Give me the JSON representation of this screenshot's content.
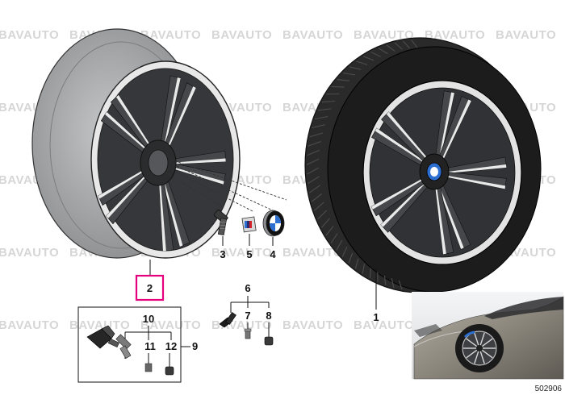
{
  "watermark": "BAVAUTO",
  "callouts": {
    "tire": "1",
    "rim": "2",
    "bolt": "3",
    "hub_cap": "4",
    "badge": "5",
    "valve_set": "6",
    "valve": "7",
    "cap": "8",
    "sensor_set": "9",
    "sensor_group": "10",
    "sensor_valve": "11",
    "sensor_cap": "12"
  },
  "diagram_number": "502906",
  "colors": {
    "highlight": "#e6007e",
    "tire": "#1c1c1c",
    "rim_barrel": "#a4a6a8",
    "spoke_dark": "#45474a",
    "spoke_polished": "#e9e9e9"
  }
}
